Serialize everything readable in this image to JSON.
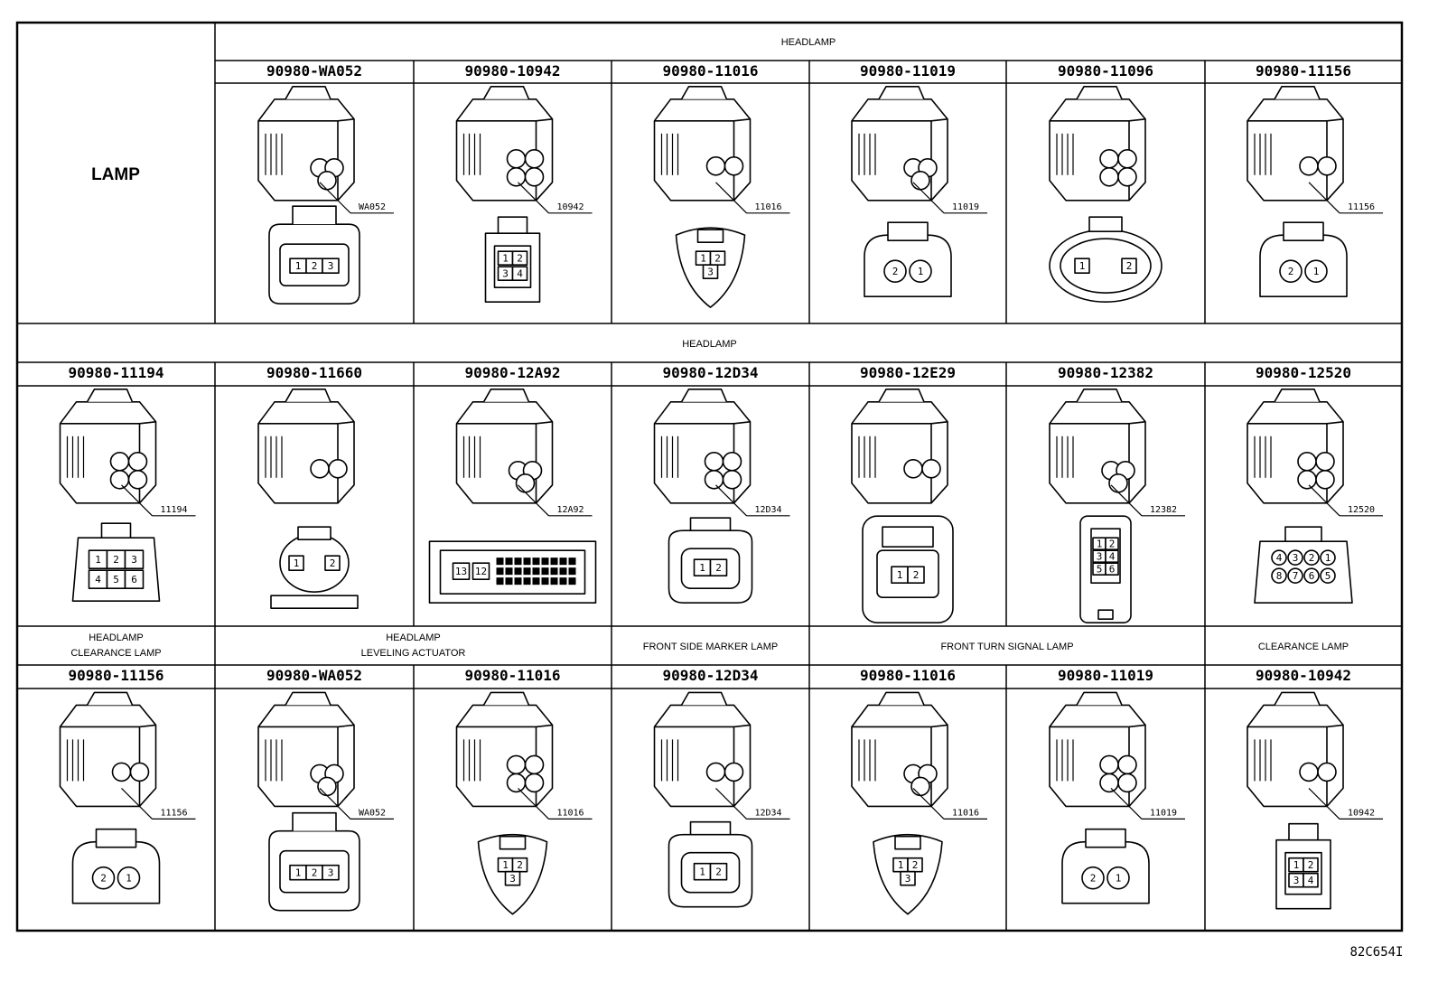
{
  "left_title": "LAMP",
  "figure_ref": "82C654I",
  "row1": {
    "header": "HEADLAMP",
    "cells": [
      {
        "part": "90980-WA052",
        "callout": "WA052",
        "pins": [
          "1",
          "2",
          "3"
        ],
        "kind": "rect3"
      },
      {
        "part": "90980-10942",
        "callout": "10942",
        "pins": [
          "1",
          "2",
          "3",
          "4"
        ],
        "kind": "quad"
      },
      {
        "part": "90980-11016",
        "callout": "11016",
        "pins": [
          "1",
          "2",
          "3"
        ],
        "kind": "tri"
      },
      {
        "part": "90980-11019",
        "callout": "11019",
        "pins": [
          "2",
          "1"
        ],
        "kind": "round2"
      },
      {
        "part": "90980-11096",
        "callout": "",
        "pins": [
          "1",
          "2"
        ],
        "kind": "oval2"
      },
      {
        "part": "90980-11156",
        "callout": "11156",
        "pins": [
          "2",
          "1"
        ],
        "kind": "round2"
      }
    ]
  },
  "row2": {
    "header": "HEADLAMP",
    "cells": [
      {
        "part": "90980-11194",
        "callout": "11194",
        "pins": [
          "1",
          "2",
          "3",
          "4",
          "5",
          "6"
        ],
        "kind": "hex6"
      },
      {
        "part": "90980-11660",
        "callout": "",
        "pins": [
          "1",
          "2"
        ],
        "kind": "clip2"
      },
      {
        "part": "90980-12A92",
        "callout": "12A92",
        "pins": [
          "13",
          "12"
        ],
        "kind": "multi"
      },
      {
        "part": "90980-12D34",
        "callout": "12D34",
        "pins": [
          "1",
          "2"
        ],
        "kind": "rect2"
      },
      {
        "part": "90980-12E29",
        "callout": "",
        "pins": [
          "1",
          "2"
        ],
        "kind": "tall2"
      },
      {
        "part": "90980-12382",
        "callout": "12382",
        "pins": [
          "1",
          "2",
          "3",
          "4",
          "5",
          "6"
        ],
        "kind": "col6"
      },
      {
        "part": "90980-12520",
        "callout": "12520",
        "pins": [
          "4",
          "3",
          "2",
          "1",
          "8",
          "7",
          "6",
          "5"
        ],
        "kind": "round8"
      }
    ]
  },
  "row3": {
    "groups": [
      {
        "label": [
          "HEADLAMP",
          "CLEARANCE LAMP"
        ],
        "span": 1
      },
      {
        "label": [
          "HEADLAMP",
          "LEVELING ACTUATOR"
        ],
        "span": 2
      },
      {
        "label": [
          "FRONT SIDE MARKER LAMP"
        ],
        "span": 1
      },
      {
        "label": [
          "FRONT TURN SIGNAL LAMP"
        ],
        "span": 2
      },
      {
        "label": [
          "CLEARANCE LAMP"
        ],
        "span": 1
      }
    ],
    "cells": [
      {
        "part": "90980-11156",
        "callout": "11156",
        "pins": [
          "2",
          "1"
        ],
        "kind": "round2"
      },
      {
        "part": "90980-WA052",
        "callout": "WA052",
        "pins": [
          "1",
          "2",
          "3"
        ],
        "kind": "rect3"
      },
      {
        "part": "90980-11016",
        "callout": "11016",
        "pins": [
          "1",
          "2",
          "3"
        ],
        "kind": "tri"
      },
      {
        "part": "90980-12D34",
        "callout": "12D34",
        "pins": [
          "1",
          "2"
        ],
        "kind": "rect2"
      },
      {
        "part": "90980-11016",
        "callout": "11016",
        "pins": [
          "1",
          "2",
          "3"
        ],
        "kind": "tri"
      },
      {
        "part": "90980-11019",
        "callout": "11019",
        "pins": [
          "2",
          "1"
        ],
        "kind": "round2"
      },
      {
        "part": "90980-10942",
        "callout": "10942",
        "pins": [
          "1",
          "2",
          "3",
          "4"
        ],
        "kind": "quad"
      }
    ]
  }
}
